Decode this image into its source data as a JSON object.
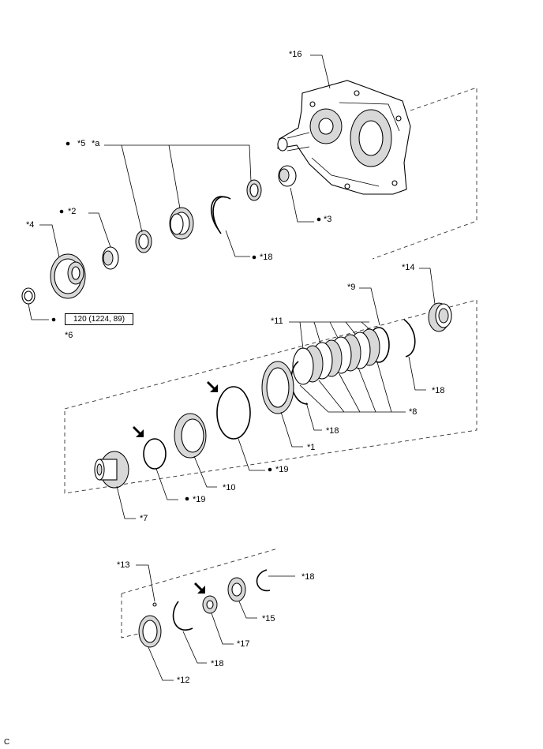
{
  "labels": {
    "p1": "*1",
    "p2": "*2",
    "p3": "*3",
    "p4": "*4",
    "p5": "*5",
    "pa": "*a",
    "p6": "*6",
    "p7": "*7",
    "p8": "*8",
    "p9": "*9",
    "p10": "*10",
    "p11": "*11",
    "p12": "*12",
    "p13": "*13",
    "p14": "*14",
    "p15": "*15",
    "p16": "*16",
    "p17": "*17",
    "p18": "*18",
    "p19": "*19"
  },
  "torque": "120 (1224, 89)",
  "footer_code": "C",
  "colors": {
    "line": "#000000",
    "dashed": "#333333",
    "shading": "#d8d8d8"
  },
  "icons": [
    "bullet-dot-icon",
    "install-direction-arrow-icon"
  ]
}
